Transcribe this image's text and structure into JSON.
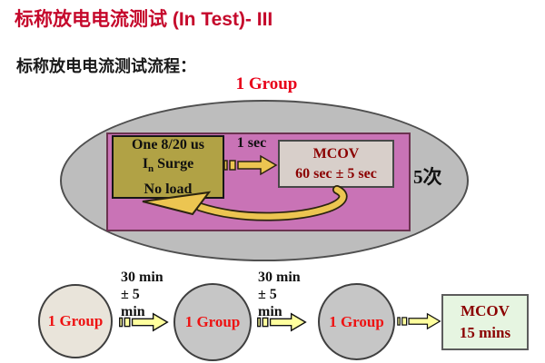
{
  "slide": {
    "title": "标称放电电流测试 (In Test)- III",
    "subtitle": "标称放电电流测试流程：",
    "cycle": {
      "group_label": "1 Group",
      "surge_line1": "One 8/20 us",
      "surge_i": "I",
      "surge_sub": "n",
      "surge_rest": " Surge",
      "surge_line3": "No load",
      "interval_label": "1 sec",
      "mcov_line1": "MCOV",
      "mcov_line2": "60 sec ± 5 sec",
      "repeat_label": "5次"
    },
    "sequence": {
      "circles": [
        "1 Group",
        "1 Group",
        "1 Group"
      ],
      "waits": [
        {
          "line1": "30 min",
          "line2": "± 5",
          "line3": "min"
        },
        {
          "line1": "30 min",
          "line2": "± 5",
          "line3": "min"
        }
      ],
      "final_line1": "MCOV",
      "final_line2": "15 mins"
    },
    "colors": {
      "title_red": "#c5082b",
      "label_red": "#e80019",
      "dark_red": "#8b0000",
      "ellipse_gray": "#bdbdbd",
      "pink": "#c973b6",
      "olive": "#b1a245",
      "mcov_gray": "#d8cfca",
      "circle_beige": "#e9e4da",
      "circle_gray": "#c6c6c6",
      "green": "#e6f5e1",
      "gold": "#ecc551",
      "pale_yellow": "#ffff9e"
    }
  }
}
